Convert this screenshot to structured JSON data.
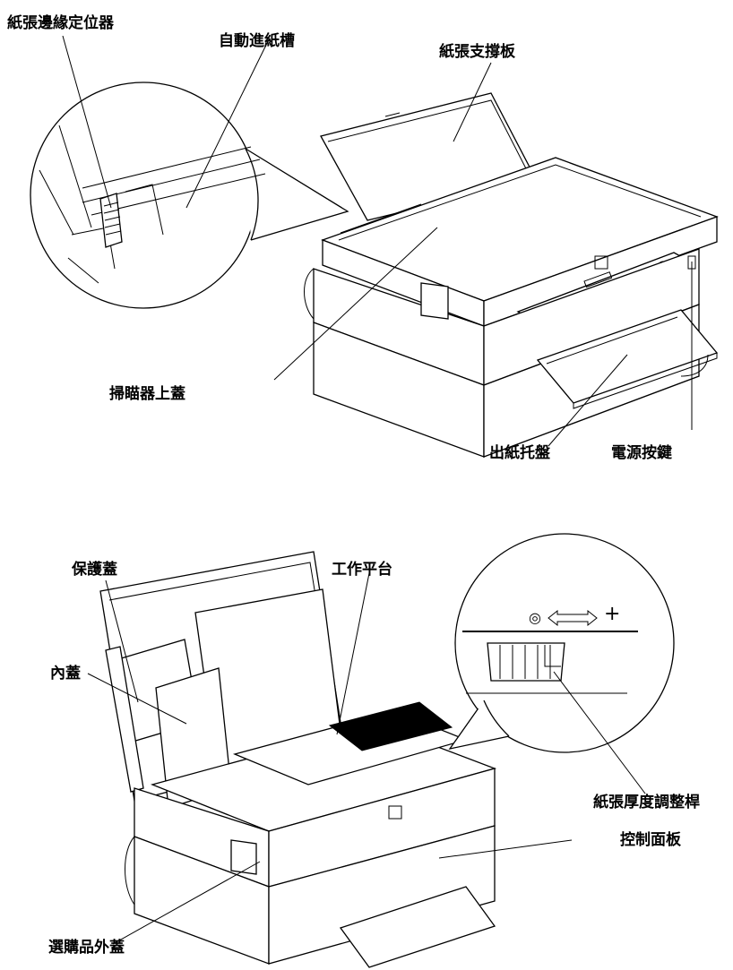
{
  "figure_top": {
    "labels": {
      "paper_edge_guide": "紙張邊緣定位器",
      "auto_sheet_feeder": "自動進紙槽",
      "paper_support": "紙張支撐板",
      "scanner_cover": "掃瞄器上蓋",
      "output_tray": "出紙托盤",
      "power_button": "電源按鍵"
    }
  },
  "figure_bottom": {
    "labels": {
      "protective_cover": "保護蓋",
      "document_table": "工作平台",
      "inner_cover": "內蓋",
      "thickness_lever": "紙張厚度調整桿",
      "control_panel": "控制面板",
      "optional_cover": "選購品外蓋"
    },
    "thickness_symbols": {
      "zero": "◎",
      "plus": "+"
    }
  }
}
